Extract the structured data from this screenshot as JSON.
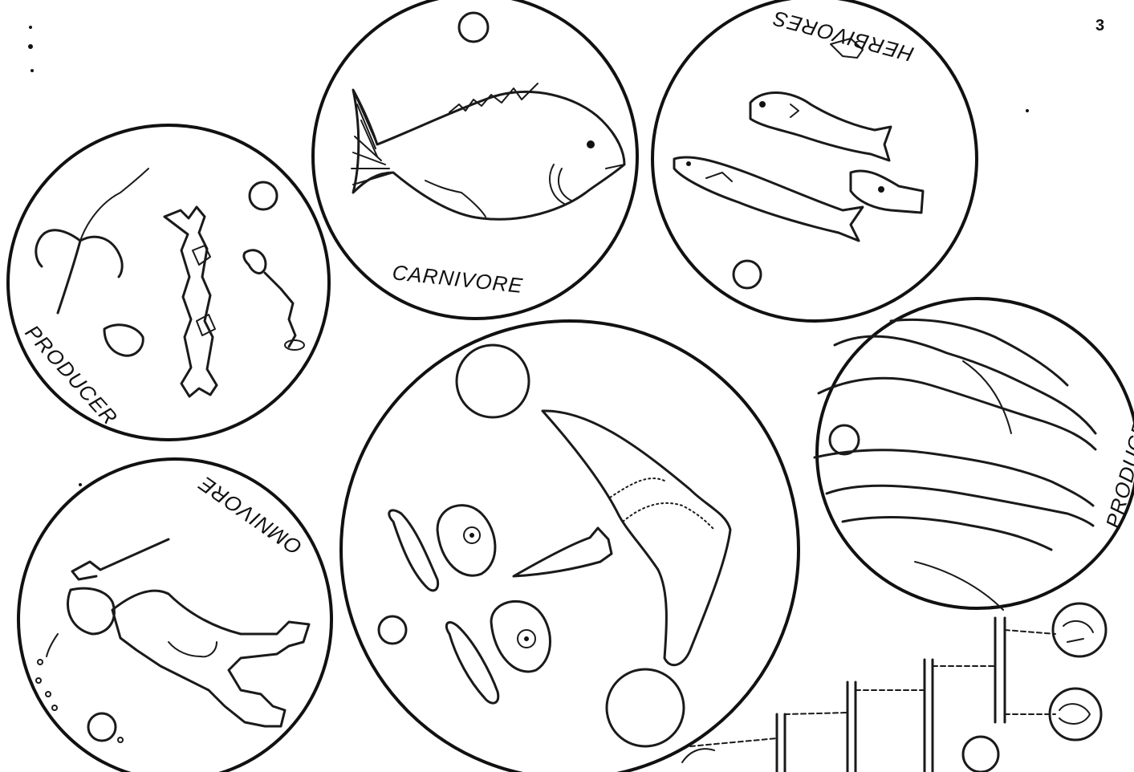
{
  "page_number": "3",
  "labels": {
    "carnivore": "CARNIVORE",
    "herbivores": "HERBIVORES",
    "producer_left": "PRODUCER",
    "producer_right": "PRODUCER",
    "omnivore": "OMNIVORE"
  },
  "colors": {
    "ink": "#111111",
    "paper": "#ffffff"
  }
}
